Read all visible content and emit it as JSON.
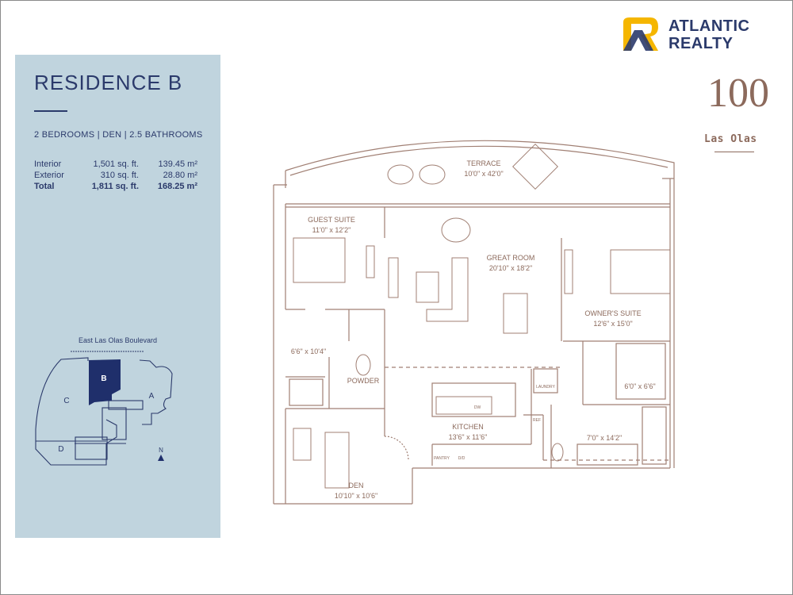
{
  "residence": {
    "title": "RESIDENCE B",
    "subtitle": "2 BEDROOMS | DEN | 2.5 BATHROOMS",
    "areas": [
      {
        "label": "Interior",
        "sqft": "1,501 sq. ft.",
        "sqm": "139.45 m²"
      },
      {
        "label": "Exterior",
        "sqft": "310 sq. ft.",
        "sqm": "28.80 m²"
      },
      {
        "label": "Total",
        "sqft": "1,811 sq. ft.",
        "sqm": "168.25 m²"
      }
    ]
  },
  "keyplan": {
    "street": "East Las Olas Boulevard",
    "units": {
      "a": "A",
      "b": "B",
      "c": "C",
      "d": "D"
    },
    "north": "N",
    "highlight_color": "#1f2f6b"
  },
  "brand": {
    "line1": "ATLANTIC",
    "line2": "REALTY",
    "color": "#2b3a6b",
    "accent": "#f5b600"
  },
  "building": {
    "number": "100",
    "name": "Las Olas",
    "color": "#8c6a5c"
  },
  "plan": {
    "rooms": [
      {
        "id": "terrace",
        "name": "TERRACE",
        "dims": "10'0\" x 42'0\""
      },
      {
        "id": "guest",
        "name": "GUEST SUITE",
        "dims": "11'0\" x 12'2\""
      },
      {
        "id": "great",
        "name": "GREAT ROOM",
        "dims": "20'10\" x 18'2\""
      },
      {
        "id": "owner",
        "name": "OWNER'S SUITE",
        "dims": "12'6\" x 15'0\""
      },
      {
        "id": "bath1",
        "name": "",
        "dims": "6'6\" x 10'4\""
      },
      {
        "id": "powder",
        "name": "POWDER",
        "dims": ""
      },
      {
        "id": "kitchen",
        "name": "KITCHEN",
        "dims": "13'6\" x 11'6\""
      },
      {
        "id": "closet",
        "name": "",
        "dims": "6'0\" x 6'6\""
      },
      {
        "id": "bath2",
        "name": "",
        "dims": "7'0\" x 14'2\""
      },
      {
        "id": "den",
        "name": "DEN",
        "dims": "10'10\" x 10'6\""
      }
    ],
    "fixture_labels": {
      "laundry": "LAUNDRY",
      "dw": "DW",
      "ref": "REF",
      "pantry": "PANTRY",
      "dd": "D/D"
    },
    "line_color": "#a07f73"
  }
}
